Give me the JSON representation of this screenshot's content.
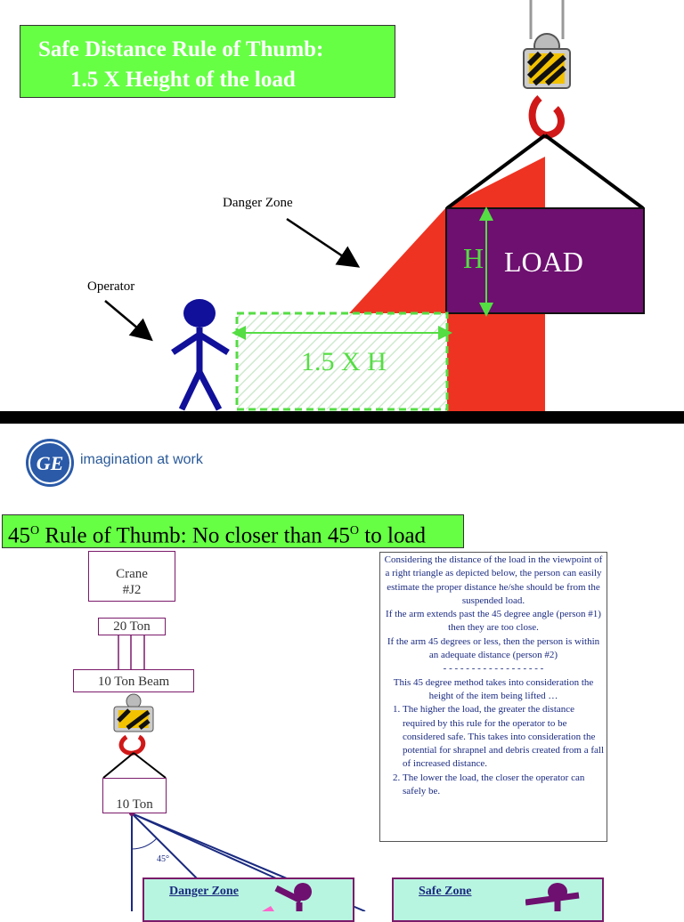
{
  "top": {
    "title_line1": "Safe  Distance Rule of Thumb:",
    "title_line2": "1.5 X Height of the load",
    "danger_zone_label": "Danger Zone",
    "operator_label": "Operator",
    "h_label": "H",
    "load_label": "LOAD",
    "distance_label": "1.5 X H"
  },
  "brand": {
    "logo_text": "GE",
    "tagline": "imagination at work"
  },
  "bottom": {
    "title_pre": "45",
    "title_mid": " Rule of Thumb: No closer than 45",
    "title_post": " to load",
    "degree_mark": "O",
    "crane_label_1": "Crane",
    "crane_label_2": "#J2",
    "sling_label": "20 Ton",
    "beam_label": "10 Ton Beam",
    "load_label": "10 Ton",
    "angle_label": "45°",
    "danger_zone_label": "Danger Zone",
    "safe_zone_label": "Safe Zone",
    "text_intro": "Considering the distance of the load in the viewpoint of a right triangle as depicted below, the person can easily estimate the proper distance he/she should be from the suspended load.",
    "text_p1": "If the arm extends past the 45 degree angle (person #1) then they are too close.",
    "text_p2": "If the arm 45 degrees or less, then the person is within an adequate distance (person #2)",
    "text_sep": "- - - - - - - - - - - - - - - - - -",
    "text_p3": "This 45 degree method takes into consideration the height of the item being lifted …",
    "list": [
      "The higher the load, the greater the distance required by this rule for the operator to be considered safe.  This takes into consideration the potential for shrapnel and debris created from a fall of increased distance.",
      "The lower the load, the closer the operator can safely be."
    ]
  },
  "colors": {
    "title_bg": "#66ff44",
    "danger_red": "#ee3322",
    "load_purple": "#6e1070",
    "operator_blue": "#10109a",
    "zone_bg": "#b8f5e0"
  }
}
